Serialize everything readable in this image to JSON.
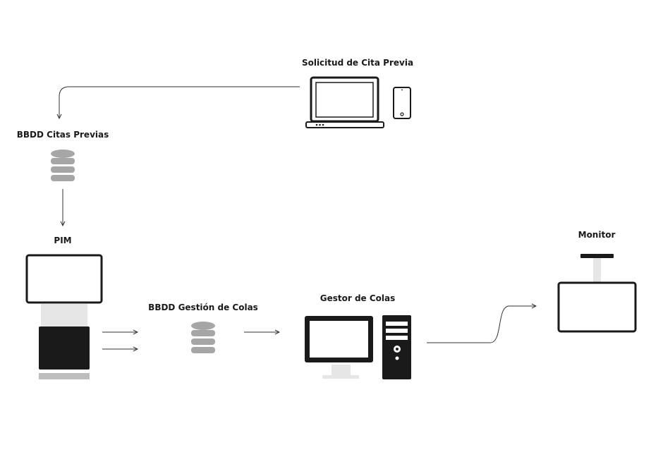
{
  "nodes": {
    "solicitud": {
      "label": "Solicitud de Cita Previa",
      "icons": [
        "laptop-icon",
        "smartphone-icon"
      ]
    },
    "bbdd_citas": {
      "label": "BBDD Citas Previas",
      "icons": [
        "database-icon"
      ]
    },
    "pim": {
      "label": "PIM",
      "icons": [
        "kiosk-icon"
      ]
    },
    "bbdd_colas": {
      "label": "BBDD Gestión de Colas",
      "icons": [
        "database-icon"
      ]
    },
    "gestor": {
      "label": "Gestor de Colas",
      "icons": [
        "desktop-monitor-icon",
        "pc-tower-icon"
      ]
    },
    "monitor": {
      "label": "Monitor",
      "icons": [
        "ceiling-monitor-icon"
      ]
    }
  },
  "edges": [
    {
      "from": "solicitud",
      "to": "bbdd_citas"
    },
    {
      "from": "bbdd_citas",
      "to": "pim"
    },
    {
      "from": "pim",
      "to": "bbdd_colas"
    },
    {
      "from": "pim",
      "to": "bbdd_colas"
    },
    {
      "from": "bbdd_colas",
      "to": "gestor"
    },
    {
      "from": "gestor",
      "to": "monitor"
    }
  ],
  "colors": {
    "dark": "#1a1a1a",
    "db_gray": "#a6a6a6",
    "light_gray": "#e6e6e6",
    "mid_gray": "#bdbdbd",
    "line": "#333333"
  }
}
